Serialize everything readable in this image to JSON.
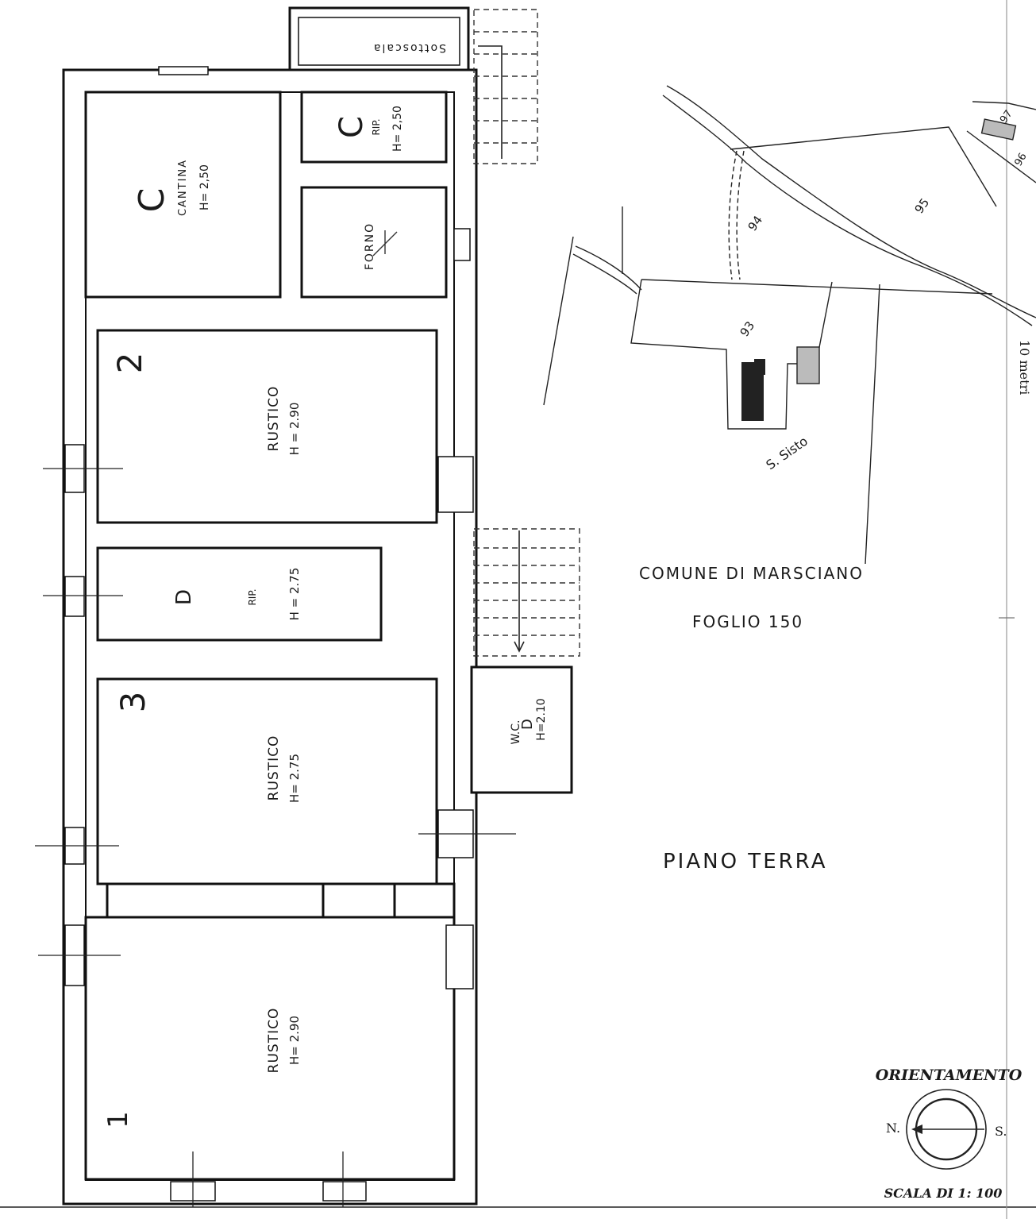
{
  "plan": {
    "title": "PIANO TERRA",
    "comune": "COMUNE DI MARSCIANO",
    "foglio": "FOGLIO 150",
    "orientation_label": "ORIENTAMENTO",
    "scale_label": "SCALA DI 1: 100",
    "scale_bar_label": "10 metri",
    "north_label": "N.",
    "south_label": "S."
  },
  "rooms": {
    "sottoscala": "Sottoscala",
    "cantina_letter": "C",
    "cantina_name": "CANTINA",
    "cantina_height": "H= 2,50",
    "rip_c_letter": "C",
    "rip_c_name": "RIP.",
    "rip_c_height": "H= 2,50",
    "forno_name": "FORNO",
    "rustico2_number": "2",
    "rustico2_name": "RUSTICO",
    "rustico2_height": "H = 2.90",
    "rip_d_letter": "D",
    "rip_d_name": "RIP.",
    "rip_d_height": "H = 2.75",
    "rustico3_number": "3",
    "rustico3_name": "RUSTICO",
    "rustico3_height": "H= 2.75",
    "wc_name": "W.C.",
    "wc_letter": "D",
    "wc_height": "H=2.10",
    "rustico1_number": "1",
    "rustico1_name": "RUSTICO",
    "rustico1_height": "H= 2.90"
  },
  "parcels": {
    "p93": "93",
    "p94": "94",
    "p95": "95",
    "p96": "96",
    "p97": "97",
    "locality": "S. Sisto"
  }
}
